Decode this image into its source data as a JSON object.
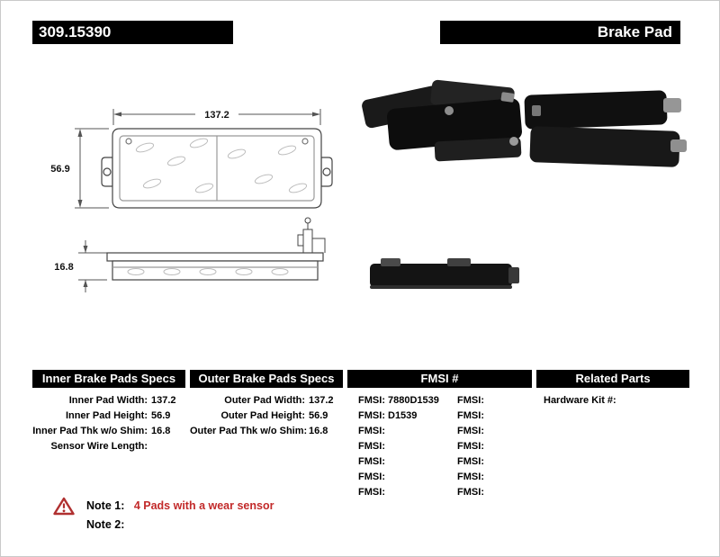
{
  "header": {
    "part_number": "309.15390",
    "product_type": "Brake Pad"
  },
  "drawing": {
    "width_dim": "137.2",
    "height_dim": "56.9",
    "thickness_dim": "16.8"
  },
  "spec_table": {
    "inner": {
      "header": "Inner Brake Pads Specs",
      "rows": [
        {
          "label": "Inner Pad Width:",
          "value": "137.2"
        },
        {
          "label": "Inner Pad Height:",
          "value": "56.9"
        },
        {
          "label": "Inner Pad Thk w/o Shim:",
          "value": "16.8"
        },
        {
          "label": "Sensor Wire Length:",
          "value": ""
        }
      ]
    },
    "outer": {
      "header": "Outer Brake Pads Specs",
      "rows": [
        {
          "label": "Outer Pad Width:",
          "value": "137.2"
        },
        {
          "label": "Outer Pad Height:",
          "value": "56.9"
        },
        {
          "label": "Outer Pad Thk w/o Shim:",
          "value": "16.8"
        }
      ]
    },
    "fmsi": {
      "header": "FMSI #",
      "rows": [
        {
          "l_label": "FMSI:",
          "l_value": "7880D1539",
          "r_label": "FMSI:",
          "r_value": ""
        },
        {
          "l_label": "FMSI:",
          "l_value": "D1539",
          "r_label": "FMSI:",
          "r_value": ""
        },
        {
          "l_label": "FMSI:",
          "l_value": "",
          "r_label": "FMSI:",
          "r_value": ""
        },
        {
          "l_label": "FMSI:",
          "l_value": "",
          "r_label": "FMSI:",
          "r_value": ""
        },
        {
          "l_label": "FMSI:",
          "l_value": "",
          "r_label": "FMSI:",
          "r_value": ""
        },
        {
          "l_label": "FMSI:",
          "l_value": "",
          "r_label": "FMSI:",
          "r_value": ""
        },
        {
          "l_label": "FMSI:",
          "l_value": "",
          "r_label": "FMSI:",
          "r_value": ""
        }
      ]
    },
    "related": {
      "header": "Related Parts",
      "rows": [
        {
          "label": "Hardware Kit #:",
          "value": ""
        }
      ]
    }
  },
  "notes": {
    "warning_icon": "warning-triangle",
    "note1_label": "Note 1:",
    "note1_text": "4 Pads with a wear sensor",
    "note2_label": "Note 2:",
    "note2_text": ""
  },
  "colors": {
    "header_bg": "#000000",
    "note_red": "#c22a2a"
  }
}
